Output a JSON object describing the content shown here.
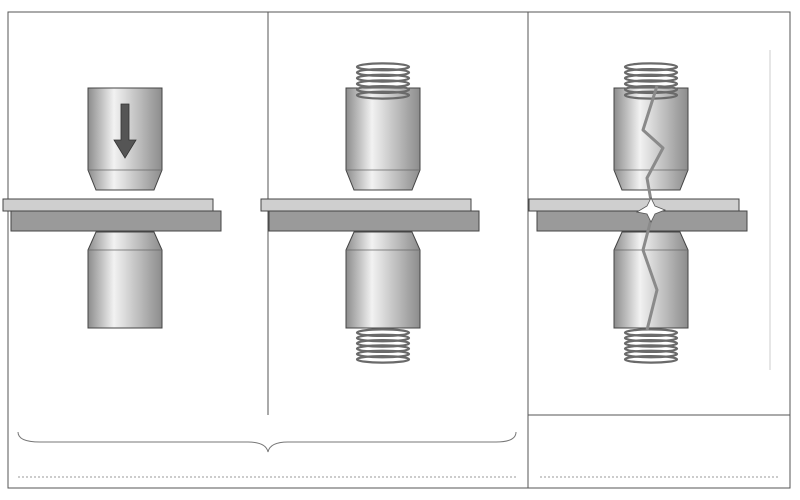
{
  "diagram": {
    "panels": [
      {
        "id": "stage-press",
        "electrode_icon": "down-arrow-icon",
        "top_spring": false,
        "bottom_spring": false,
        "current_path": false
      },
      {
        "id": "stage-springs",
        "electrode_icon": null,
        "top_spring": true,
        "bottom_spring": true,
        "current_path": false
      },
      {
        "id": "stage-weld",
        "electrode_icon": null,
        "top_spring": true,
        "bottom_spring": true,
        "current_path": true
      }
    ],
    "caption_left": "",
    "caption_right": "",
    "colors": {
      "border": "#555555",
      "plate_top": "#cfcfcf",
      "plate_bottom": "#9a9a9a",
      "electrode_light": "#f2f2f2",
      "electrode_dark": "#8c8c8c",
      "spring": "#6a6a6a",
      "current": "#8a8a8a"
    }
  }
}
